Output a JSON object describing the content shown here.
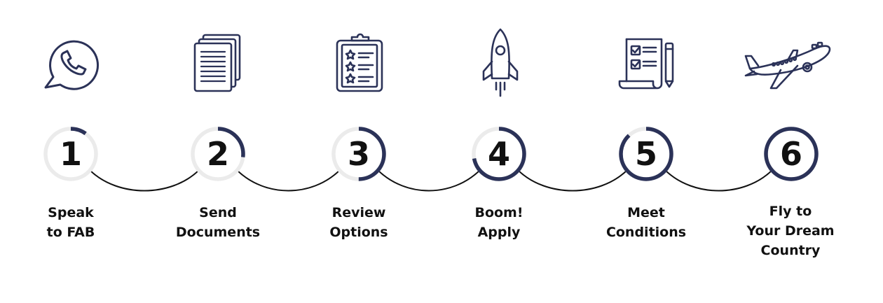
{
  "colors": {
    "navy": "#2b3258",
    "ring_track": "#ebebeb",
    "connector": "#111111",
    "text": "#111111"
  },
  "steps": [
    {
      "number": "1",
      "icon": "whatsapp-phone-icon",
      "label_lines": [
        "Speak",
        "to FAB"
      ],
      "progress": 0.1
    },
    {
      "number": "2",
      "icon": "documents-stack-icon",
      "label_lines": [
        "Send",
        "Documents"
      ],
      "progress": 0.27
    },
    {
      "number": "3",
      "icon": "clipboard-checklist-icon",
      "label_lines": [
        "Review",
        "Options"
      ],
      "progress": 0.5
    },
    {
      "number": "4",
      "icon": "rocket-icon",
      "label_lines": [
        "Boom!",
        "Apply"
      ],
      "progress": 0.72
    },
    {
      "number": "5",
      "icon": "contract-scroll-icon",
      "label_lines": [
        "Meet",
        "Conditions"
      ],
      "progress": 0.88
    },
    {
      "number": "6",
      "icon": "airplane-icon",
      "label_lines": [
        "Fly to",
        "Your Dream",
        "Country"
      ],
      "progress": 1.0
    }
  ]
}
